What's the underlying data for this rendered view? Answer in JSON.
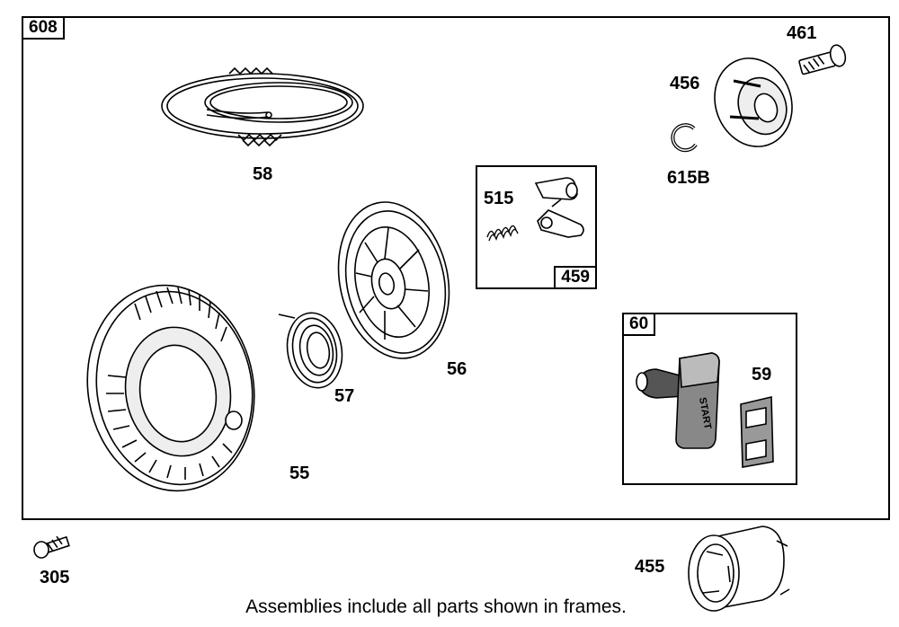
{
  "frames": {
    "main_label": "608",
    "sub_459_label": "459",
    "sub_60_label": "60"
  },
  "parts": {
    "p461": "461",
    "p456": "456",
    "p615B": "615B",
    "p58": "58",
    "p515": "515",
    "p56": "56",
    "p57": "57",
    "p55": "55",
    "p59": "59",
    "p305": "305",
    "p455": "455"
  },
  "handle_text": "START",
  "caption": "Assemblies include all parts shown in frames."
}
